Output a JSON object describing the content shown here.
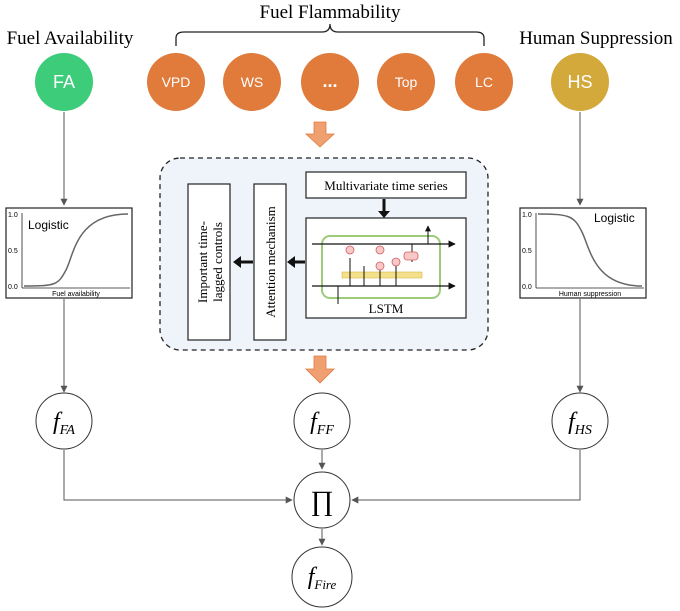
{
  "headings": {
    "fuel_availability": "Fuel Availability",
    "fuel_flammability": "Fuel Flammability",
    "human_suppression": "Human Suppression"
  },
  "nodes": {
    "fa": "FA",
    "hs": "HS",
    "flammability": [
      "VPD",
      "WS",
      "...",
      "Top",
      "LC"
    ]
  },
  "colors": {
    "fa_fill": "#3dcc7a",
    "hs_fill": "#d4a93c",
    "flam_fill": "#e07b3c",
    "arrow_fill": "#f0a070",
    "panel_fill": "#eef4fa"
  },
  "logistic_left": {
    "title": "Logistic",
    "xlabel": "Fuel availability",
    "yticks": [
      "1.0",
      "0.5",
      "0.0"
    ]
  },
  "logistic_right": {
    "title": "Logistic",
    "xlabel": "Human suppression",
    "yticks": [
      "1.0",
      "0.5",
      "0.0"
    ]
  },
  "model": {
    "multivariate": "Multivariate time series",
    "lstm": "LSTM",
    "attention": "Attention mechanism",
    "controls_line1": "Important time-",
    "controls_line2": "lagged controls"
  },
  "outputs": {
    "f": "f",
    "fa_sub": "FA",
    "ff_sub": "FF",
    "hs_sub": "HS",
    "product": "∏",
    "fire_sub": "Fire"
  }
}
